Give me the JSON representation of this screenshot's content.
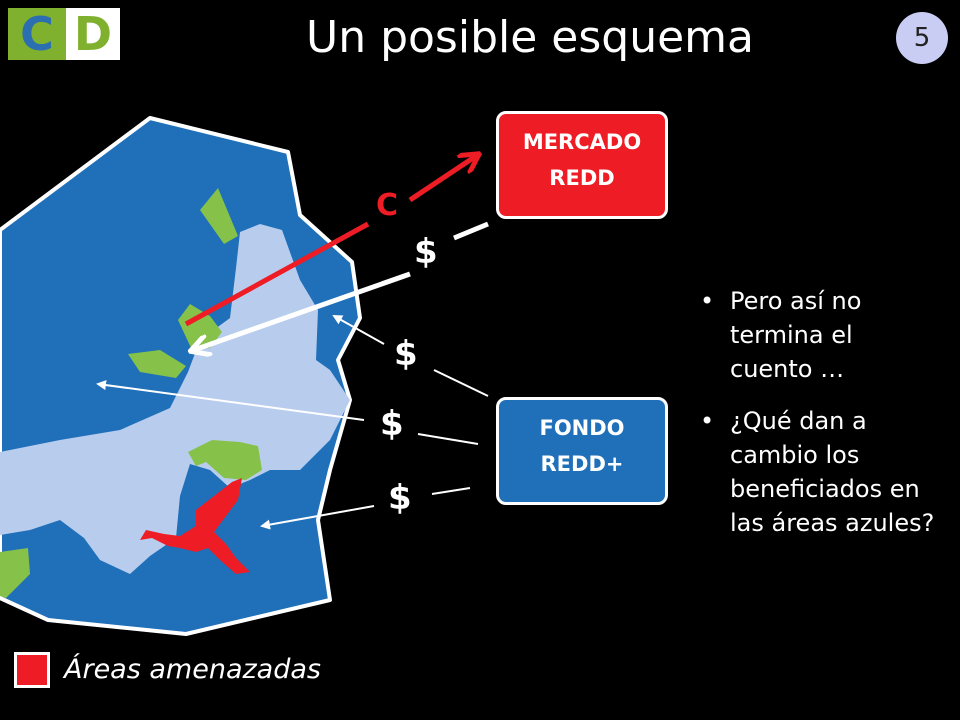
{
  "logo": {
    "left": "C",
    "right": "D"
  },
  "title": "Un posible esquema",
  "page_number": "5",
  "boxes": {
    "mercado": [
      "MERCADO",
      "REDD"
    ],
    "fondo": [
      "FONDO",
      "REDD+"
    ]
  },
  "labels": {
    "c": "C",
    "dollar": "$"
  },
  "bullets": [
    "Pero así no termina el cuento …",
    "¿Qué dan a cambio los beneficiados en las áreas azules?"
  ],
  "legend": {
    "label": "Áreas amenazadas",
    "color": "#ee1c24"
  },
  "colors": {
    "map_dark_blue": "#1f6fb9",
    "map_light_blue": "#b8cdee",
    "green": "#86c24a",
    "threat_red": "#ee1c24",
    "box_red": "#ee1c24",
    "box_blue": "#1f6fb9"
  }
}
